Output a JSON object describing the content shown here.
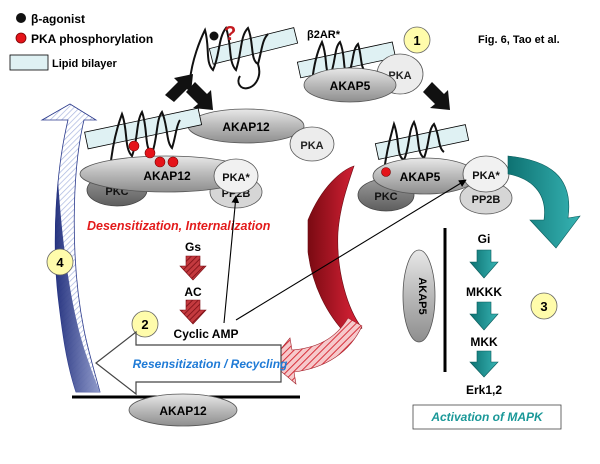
{
  "figure_label": "Fig. 6, Tao et al.",
  "legend": {
    "agonist": "β-agonist",
    "phospho": "PKA phosphorylation",
    "lipid": "Lipid bilayer"
  },
  "receptor_label": "β2AR*",
  "step_numbers": [
    "1",
    "2",
    "3",
    "4"
  ],
  "proteins": {
    "akap12": "AKAP12",
    "akap5": "AKAP5",
    "pka": "PKA",
    "pka_active": "PKA*",
    "pkc": "PKC",
    "pp2b": "PP2B"
  },
  "captions": {
    "desensitization": "Desensitization, Internalization",
    "resensitization": "Resensitization / Recycling",
    "mapk": "Activation of MAPK"
  },
  "pathway_left": [
    "Gs",
    "AC",
    "Cyclic AMP"
  ],
  "pathway_right": [
    "Gi",
    "MKKK",
    "MKK",
    "Erk1,2"
  ],
  "question_mark": "?",
  "colors": {
    "red_text": "#e31b1b",
    "blue_text": "#1e7ad6",
    "teal": "#1a9898",
    "dark_red": "#b80e1c",
    "navy": "#1d2b7a",
    "membrane": "#dff1f3",
    "phospho": "#e5141a"
  }
}
